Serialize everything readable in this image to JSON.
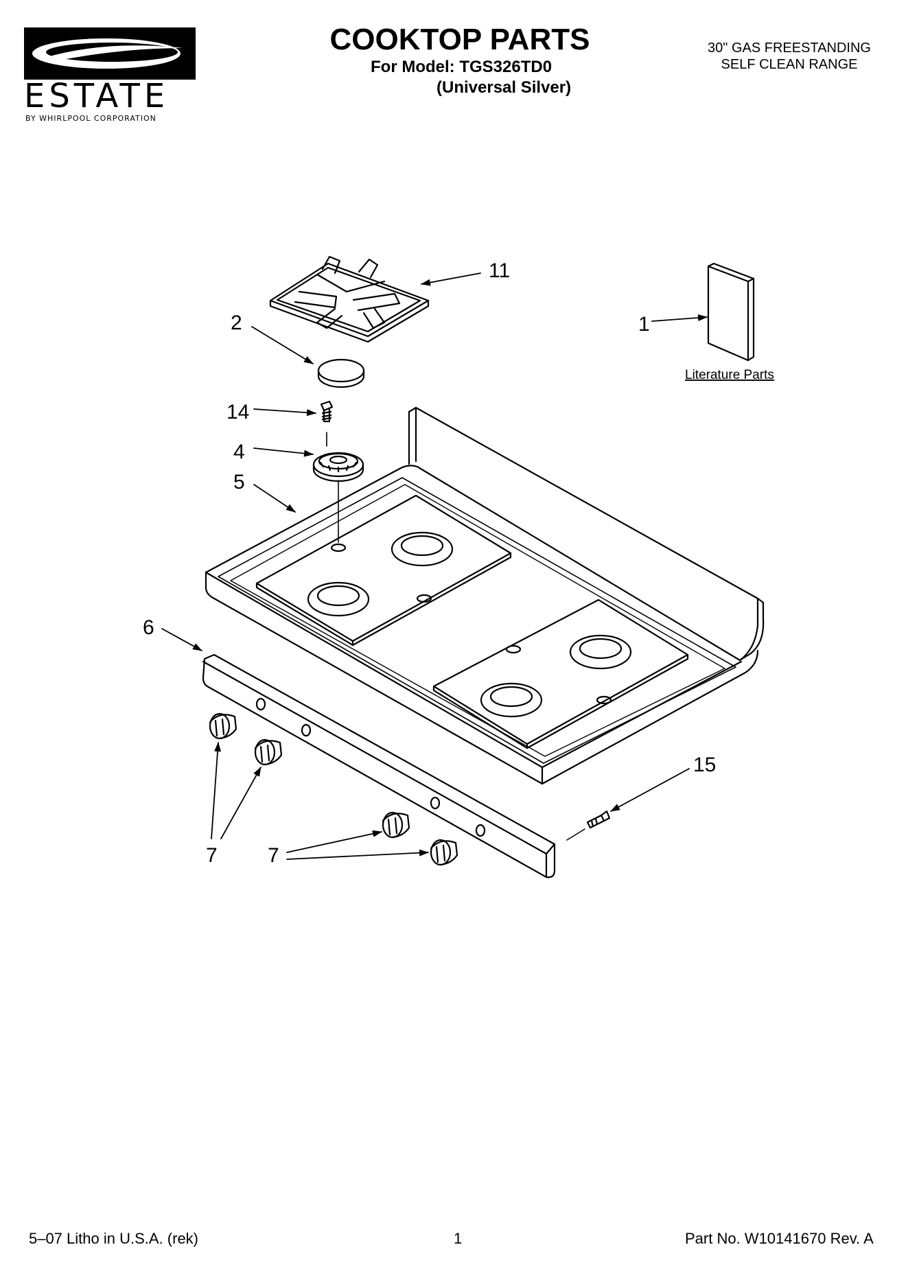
{
  "header": {
    "brand": "ESTATE",
    "brand_sub": "BY WHIRLPOOL CORPORATION",
    "title": "COOKTOP PARTS",
    "model_line": "For Model: TGS326TD0",
    "model_color": "(Universal Silver)",
    "spec_line1": "30\" GAS FREESTANDING",
    "spec_line2": "SELF CLEAN RANGE"
  },
  "diagram": {
    "callouts": {
      "c1": "1",
      "c2": "2",
      "c4": "4",
      "c5": "5",
      "c6": "6",
      "c7a": "7",
      "c7b": "7",
      "c11": "11",
      "c14": "14",
      "c15": "15"
    },
    "literature_label": "Literature Parts"
  },
  "footer": {
    "litho": "5–07 Litho in U.S.A. (rek)",
    "page": "1",
    "part_no": "Part No. W10141670 Rev. A"
  },
  "colors": {
    "ink": "#000000",
    "paper": "#ffffff"
  }
}
